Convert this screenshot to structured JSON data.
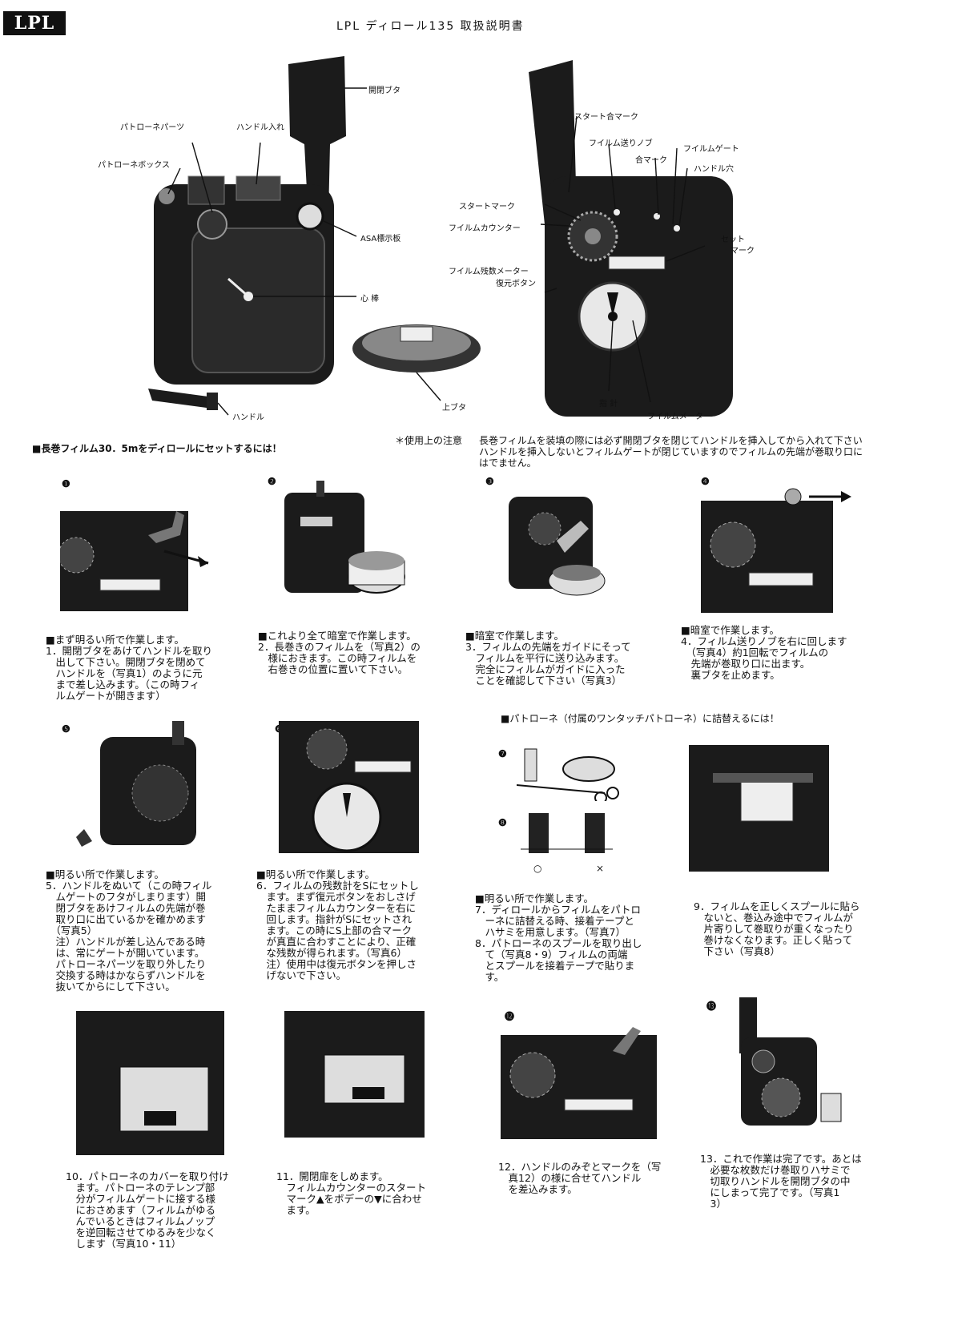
{
  "header": {
    "logo": "LPL",
    "title": "LPL ディロール135 取扱説明書"
  },
  "diagram_left": {
    "labels": {
      "kaihei_buta": "開閉ブタ",
      "patrone_parts": "パトローネパーツ",
      "handle_ire": "ハンドル入れ",
      "patrone_box": "パトローネボックス",
      "asa": "ASA標示板",
      "shinbou": "心 棒",
      "uwabuta": "上ブタ",
      "handle": "ハンドル"
    }
  },
  "diagram_right": {
    "labels": {
      "start_ai_mark": "スタート合マーク",
      "film_okuri_knob": "フイルム送りノブ",
      "film_gate": "フイルムゲート",
      "ai_mark": "合マーク",
      "handle_ana": "ハンドル穴",
      "start_mark": "スタートマーク",
      "film_counter": "フイルムカウンター",
      "set_mark_1": "セット",
      "set_mark_2": "マーク",
      "film_zansu_meter": "フイルム残数メーター",
      "fukugen_button": "復元ボタン",
      "shishin": "指 針",
      "film_meter": "フイルムメーター"
    }
  },
  "section_main": {
    "heading": "■長巻フィルム30．5mをディロールにセットするには！"
  },
  "caution": {
    "label": "＊使用上の注意",
    "line1": "長巻フィルムを装填の際には必ず開閉ブタを閉じてハンドルを挿入してから入れて下さい",
    "line2": "ハンドルを挿入しないとフィルムゲートが閉じていますのでフィルムの先端が巻取り口に",
    "line3": "はでません。"
  },
  "section_patrone": {
    "heading": "■パトローネ（付属のワンタッチパトローネ）に詰替えるには！"
  },
  "photo_marks": {
    "ok": "○",
    "ng": "×"
  },
  "steps": {
    "s1": {
      "num": "❶",
      "lines": [
        "■まず明るい所で作業します。",
        "1．開閉ブタをあけてハンドルを取り",
        "　出して下さい。開閉ブタを閉めて",
        "　ハンドルを（写真1）のように元",
        "　まで差し込みます。（この時フィ",
        "　ルムゲートが開きます）"
      ]
    },
    "s2": {
      "num": "❷",
      "lines": [
        "■これより全て暗室で作業します。",
        "2．長巻きのフィルムを（写真2）の",
        "　様におきます。この時フィルムを",
        "　右巻きの位置に置いて下さい。"
      ]
    },
    "s3": {
      "num": "❸",
      "lines": [
        "■暗室で作業します。",
        "3．フィルムの先端をガイドにそって",
        "　フィルムを平行に送り込みます。",
        "　完全にフィルムがガイドに入った",
        "　ことを確認して下さい（写真3）"
      ]
    },
    "s4": {
      "num": "❹",
      "lines": [
        "■暗室で作業します。",
        "4．フィルム送りノブを右に回します",
        "　（写真4）約1回転でフィルムの",
        "　先端が巻取り口に出ます。",
        "　裏ブタを止めます。"
      ]
    },
    "s5": {
      "num": "❺",
      "lines": [
        "■明るい所で作業します。",
        "5．ハンドルをぬいて（この時フィル",
        "　ムゲートのフタがしまります）開",
        "　閉ブタをあけフィルムの先端が巻",
        "　取り口に出ているかを確かめます",
        "　（写真5）",
        "　注）ハンドルが差し込んである時",
        "　は、常にゲートが開いています。",
        "　パトローネパーツを取り外したり",
        "　交換する時はかならずハンドルを",
        "　抜いてからにして下さい。"
      ]
    },
    "s6": {
      "num": "❻",
      "lines": [
        "■明るい所で作業します。",
        "6．フィルムの残数計をSにセットし",
        "　ます。まず復元ボタンをおしさげ",
        "　たままフィルムカウンターを右に",
        "　回します。指針がSにセットされ",
        "　ます。この時にS上部の合マーク",
        "　が真直に合わすことにより、正確",
        "　な残数が得られます。（写真6）",
        "　注）使用中は復元ボタンを押しさ",
        "　げないで下さい。"
      ]
    },
    "s7": {
      "num": "❼",
      "lines": [
        "■明るい所で作業します。",
        "7．ディロールからフィルムをパトロ",
        "　ーネに詰替える時、接着テープと",
        "　ハサミを用意します。（写真7）",
        "8．パトローネのスプールを取り出し",
        "　て（写真8・9）フィルムの両端",
        "　とスプールを接着テープで貼りま",
        "　す。"
      ]
    },
    "s8": {
      "num": "❽"
    },
    "s9": {
      "lines": [
        "9．フィルムを正しくスプールに貼ら",
        "　ないと、巻込み途中でフィルムが",
        "　片寄りして巻取りが重くなったり",
        "　巻けなくなります。正しく貼って",
        "　下さい（写真8）"
      ]
    },
    "s10": {
      "lines": [
        "10．パトローネのカバーを取り付け",
        "　ます。パトローネのテレンプ部",
        "　分がフィルムゲートに接する様",
        "　におさめます（フィルムがゆる",
        "　んでいるときはフィルムノップ",
        "　を逆回転させてゆるみを少なく",
        "　します（写真10・11）"
      ]
    },
    "s11": {
      "lines": [
        "11．開閉扉をしめます。",
        "　フィルムカウンターのスタート",
        "　マーク▲をボデーの▼に合わせ",
        "　ます。"
      ]
    },
    "s12": {
      "num": "⓬",
      "lines": [
        "12．ハンドルのみぞとマークを（写",
        "　真12）の様に合せてハンドル",
        "　を差込みます。"
      ]
    },
    "s13": {
      "num": "⓭",
      "lines": [
        "13．これで作業は完了です。あとは",
        "　必要な枚数だけ巻取りハサミで",
        "　切取りハンドルを開閉ブタの中",
        "　にしまって完了です。（写真1",
        "　3）"
      ]
    }
  }
}
